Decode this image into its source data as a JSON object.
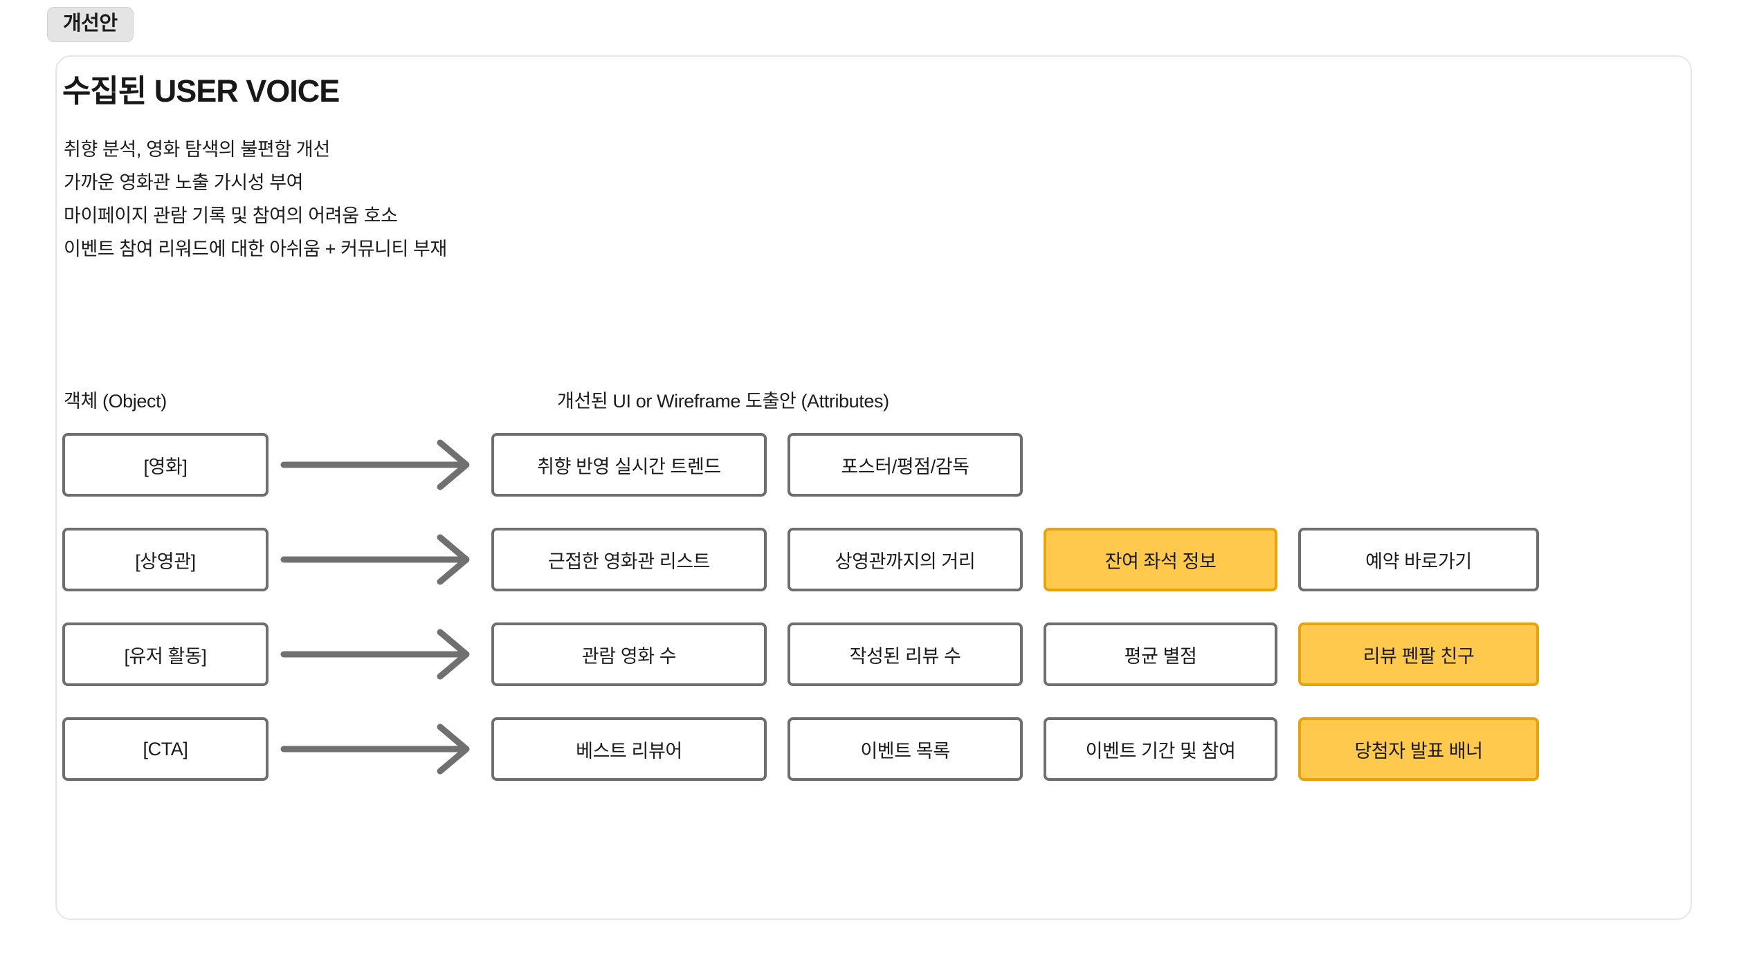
{
  "badge": {
    "label": "개선안"
  },
  "card": {
    "title": "수집된 USER VOICE",
    "voice_lines": [
      "취향 분석, 영화 탐색의 불편함 개선",
      "가까운 영화관 노출 가시성 부여",
      "마이페이지 관람 기록 및 참여의 어려움 호소",
      "이벤트 참여 리워드에 대한 아쉬움 + 커뮤니티 부재"
    ],
    "columns": {
      "object": "객체 (Object)",
      "attributes": "개선된 UI or Wireframe 도출안 (Attributes)"
    },
    "rows": [
      {
        "object": "[영화]",
        "attributes": [
          {
            "label": "취향 반영 실시간 트렌드",
            "highlight": false
          },
          {
            "label": "포스터/평점/감독",
            "highlight": false
          }
        ]
      },
      {
        "object": "[상영관]",
        "attributes": [
          {
            "label": "근접한 영화관 리스트",
            "highlight": false
          },
          {
            "label": "상영관까지의 거리",
            "highlight": false
          },
          {
            "label": "잔여 좌석 정보",
            "highlight": true
          },
          {
            "label": "예약 바로가기",
            "highlight": false
          }
        ]
      },
      {
        "object": "[유저 활동]",
        "attributes": [
          {
            "label": "관람 영화 수",
            "highlight": false
          },
          {
            "label": "작성된 리뷰 수",
            "highlight": false
          },
          {
            "label": "평균 별점",
            "highlight": false
          },
          {
            "label": "리뷰 펜팔 친구",
            "highlight": true
          }
        ]
      },
      {
        "object": "[CTA]",
        "attributes": [
          {
            "label": "베스트 리뷰어",
            "highlight": false
          },
          {
            "label": "이벤트 목록",
            "highlight": false
          },
          {
            "label": "이벤트 기간 및 참여",
            "highlight": false
          },
          {
            "label": "당첨자 발표 배너",
            "highlight": true
          }
        ]
      }
    ]
  },
  "colors": {
    "badge_bg": "#e4e4e4",
    "card_border": "#e6e6e6",
    "box_border": "#6e6e6e",
    "highlight_fill": "#ffc94d",
    "highlight_border": "#e8a20c",
    "arrow": "#707070",
    "text": "#1b1b1b"
  }
}
